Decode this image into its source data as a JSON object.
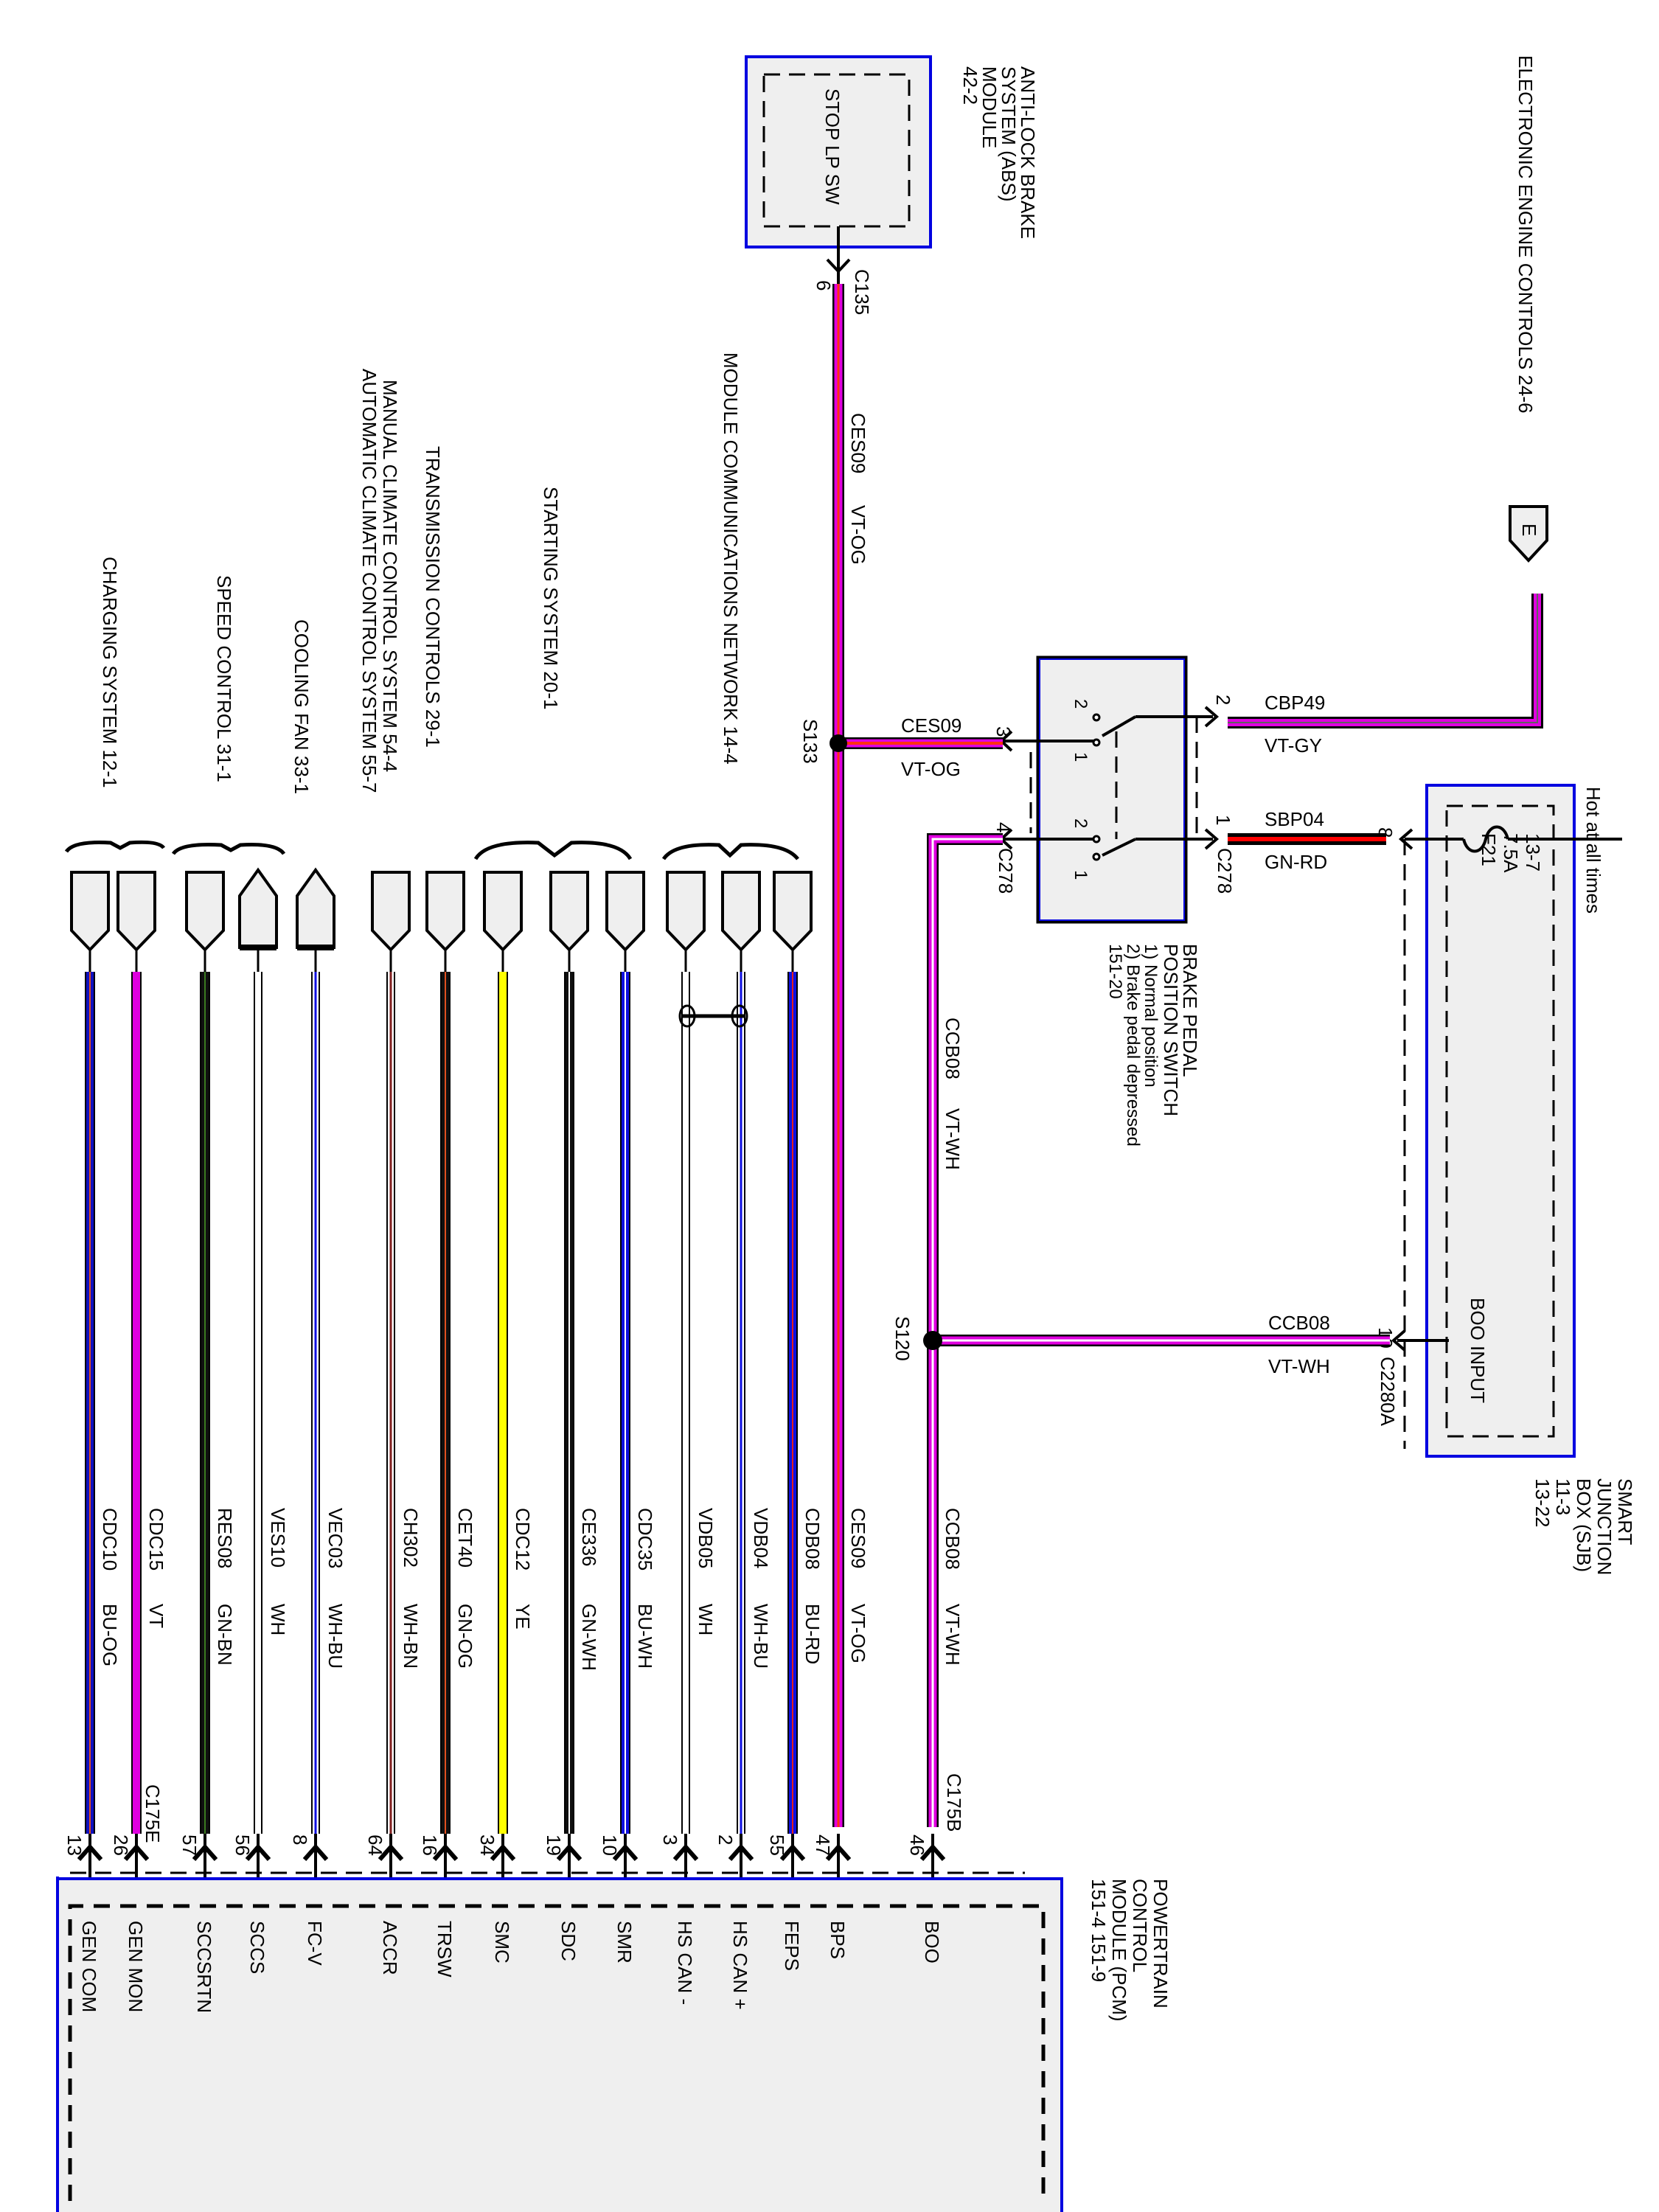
{
  "modules": {
    "abs": {
      "title_lines": [
        "ANTI-LOCK BRAKE",
        "SYSTEM (ABS)",
        "MODULE",
        "42-2"
      ],
      "inner_label": "STOP LP SW",
      "connector": "C135",
      "pin": "6"
    },
    "eec": {
      "title": "ELECTRONIC ENGINE CONTROLS  24-6",
      "connector_letter": "E"
    },
    "sjb": {
      "title_lines": [
        "SMART",
        "JUNCTION",
        "BOX (SJB)",
        "11-3",
        "13-22"
      ],
      "hot_label": "Hot at all times",
      "fuse_lines": [
        "F21",
        "7.5A",
        "13-7"
      ],
      "inner_label": "BOO INPUT",
      "pin_out": "8",
      "pin_in": "19",
      "connector_in": "C2280A"
    },
    "switch": {
      "title_lines": [
        "BRAKE PEDAL",
        "POSITION SWITCH",
        "1) Normal position",
        "2) Brake pedal depressed",
        "151-20"
      ],
      "connector": "C278",
      "pins": [
        "1",
        "2",
        "3",
        "4"
      ],
      "contact_labels": [
        "2",
        "1",
        "2",
        "1"
      ]
    },
    "pcm": {
      "title_lines": [
        "POWERTRAIN",
        "CONTROL",
        "MODULE (PCM)",
        "151-4    151-9"
      ],
      "connector_a": "C175B",
      "connector_b": "C175E"
    }
  },
  "splices": [
    {
      "id": "S133"
    },
    {
      "id": "S120"
    }
  ],
  "top_wires": {
    "ces09_vertical": {
      "circuit": "CES09",
      "color": "VT-OG"
    },
    "ces09_branch": {
      "circuit": "CES09",
      "color": "VT-OG"
    },
    "cbp49": {
      "circuit": "CBP49",
      "color": "VT-GY"
    },
    "sbp04": {
      "circuit": "SBP04",
      "color": "GN-RD"
    },
    "ccb08_vertical": {
      "circuit": "CCB08",
      "color": "VT-WH"
    },
    "ccb08_branch": {
      "circuit": "CCB08",
      "color": "VT-WH"
    }
  },
  "systems": [
    {
      "label": "CHARGING SYSTEM 12-1"
    },
    {
      "label": "SPEED CONTROL  31-1"
    },
    {
      "label": "COOLING FAN     33-1"
    },
    {
      "label": "MANUAL CLIMATE CONTROL SYSTEM  54-4"
    },
    {
      "label": "AUTOMATIC CLIMATE CONTROL SYSTEM  55-7"
    },
    {
      "label": "TRANSMISSION CONTROLS    29-1"
    },
    {
      "label": "STARTING SYSTEM    20-1"
    },
    {
      "label": "MODULE COMMUNICATIONS NETWORK 14-4"
    }
  ],
  "pcm_wires": [
    {
      "circuit": "CDC10",
      "color": "BU-OG",
      "pin": "13",
      "signal": "GEN COM",
      "hex": "#1010c0",
      "stripe": "#e05020"
    },
    {
      "circuit": "CDC15",
      "color": "VT",
      "pin": "26",
      "signal": "GEN MON",
      "hex": "#e000e0",
      "stripe": ""
    },
    {
      "circuit": "RES08",
      "color": "GN-BN",
      "pin": "57",
      "signal": "SCCSRTN",
      "hex": "#101010",
      "stripe": "#3a7a20"
    },
    {
      "circuit": "VES10",
      "color": "WH",
      "pin": "56",
      "signal": "SCCS",
      "hex": "#ffffff",
      "stripe": ""
    },
    {
      "circuit": "VEC03",
      "color": "WH-BU",
      "pin": "8",
      "signal": "FC-V",
      "hex": "#ffffff",
      "stripe": "#1010e0"
    },
    {
      "circuit": "CH302",
      "color": "WH-BN",
      "pin": "64",
      "signal": "ACCR",
      "hex": "#ffffff",
      "stripe": "#802020"
    },
    {
      "circuit": "CET40",
      "color": "GN-OG",
      "pin": "16",
      "signal": "TRSW",
      "hex": "#101010",
      "stripe": "#e05020"
    },
    {
      "circuit": "CDC12",
      "color": "YE",
      "pin": "34",
      "signal": "SMC",
      "hex": "#ffff00",
      "stripe": ""
    },
    {
      "circuit": "CE336",
      "color": "GN-WH",
      "pin": "19",
      "signal": "SDC",
      "hex": "#101010",
      "stripe": "#ffffff"
    },
    {
      "circuit": "CDC35",
      "color": "BU-WH",
      "pin": "10",
      "signal": "SMR",
      "hex": "#1010e0",
      "stripe": "#ffffff"
    },
    {
      "circuit": "VDB05",
      "color": "WH",
      "pin": "3",
      "signal": "HS CAN -",
      "hex": "#ffffff",
      "stripe": ""
    },
    {
      "circuit": "VDB04",
      "color": "WH-BU",
      "pin": "2",
      "signal": "HS CAN +",
      "hex": "#ffffff",
      "stripe": "#1010e0"
    },
    {
      "circuit": "CDB08",
      "color": "BU-RD",
      "pin": "55",
      "signal": "FEPS",
      "hex": "#1010e0",
      "stripe": "#e02020"
    },
    {
      "circuit": "CES09",
      "color": "VT-OG",
      "pin": "47",
      "signal": "BPS",
      "hex": "#e000e0",
      "stripe": "#ff3010"
    },
    {
      "circuit": "CCB08",
      "color": "VT-WH",
      "pin": "46",
      "signal": "BOO",
      "hex": "#e000e0",
      "stripe": "#ffffff"
    }
  ],
  "colors": {
    "module_border": "#0000e0",
    "module_fill": "#efefef",
    "violet": "#e000e0",
    "orange": "#ff3010",
    "red": "#ff0000"
  }
}
